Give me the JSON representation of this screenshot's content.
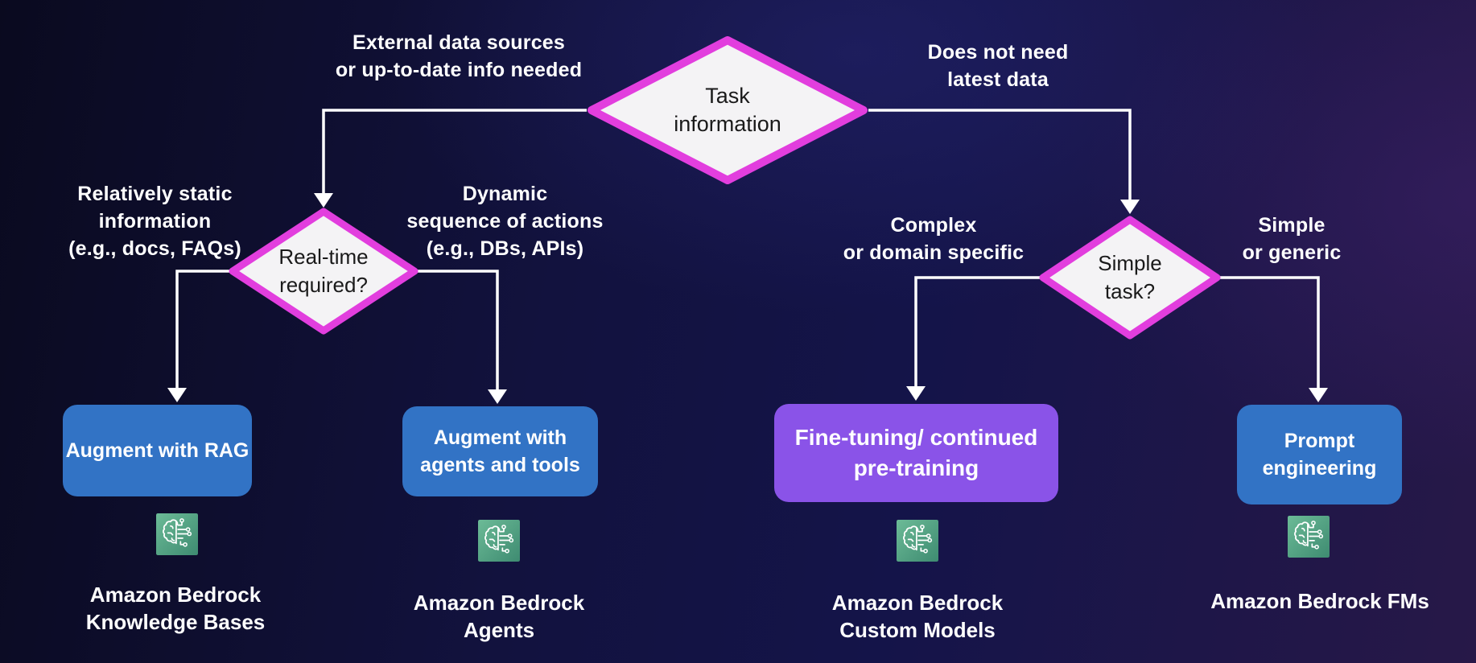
{
  "diagram": {
    "title": "Amazon Bedrock task decision flowchart",
    "decisions": {
      "task": "Task\ninformation",
      "realtime": "Real-time\nrequired?",
      "simple": "Simple\ntask?"
    },
    "edge_labels": {
      "external": "External data sources\nor up-to-date info needed",
      "no_latest": "Does not need\nlatest data",
      "static": "Relatively static\ninformation\n(e.g., docs, FAQs)",
      "dynamic": "Dynamic\nsequence of actions\n(e.g., DBs, APIs)",
      "complex": "Complex\nor domain specific",
      "simple_generic": "Simple\nor generic"
    },
    "actions": {
      "rag": "Augment with RAG",
      "agents": "Augment with\nagents and tools",
      "finetune": "Fine-tuning/ continued\npre-training",
      "prompt": "Prompt\nengineering"
    },
    "services": {
      "kb": "Amazon Bedrock\nKnowledge Bases",
      "agents": "Amazon Bedrock\nAgents",
      "custom": "Amazon Bedrock\nCustom Models",
      "fms": "Amazon Bedrock FMs"
    },
    "icon_name": "amazon-bedrock-icon",
    "colors": {
      "bg_dark": "#0a0a1f",
      "bg_mid": "#12123e",
      "bg_deep": "#141449",
      "bg_purple": "#271848",
      "connector": "#ffffff",
      "diamond_border": "#e23ede",
      "diamond_fill": "#f4f3f5",
      "action_blue": "#3273c5",
      "action_purple": "#8a53e8",
      "icon_green_light": "#6cbb97",
      "icon_green_dark": "#3e8b71"
    }
  }
}
